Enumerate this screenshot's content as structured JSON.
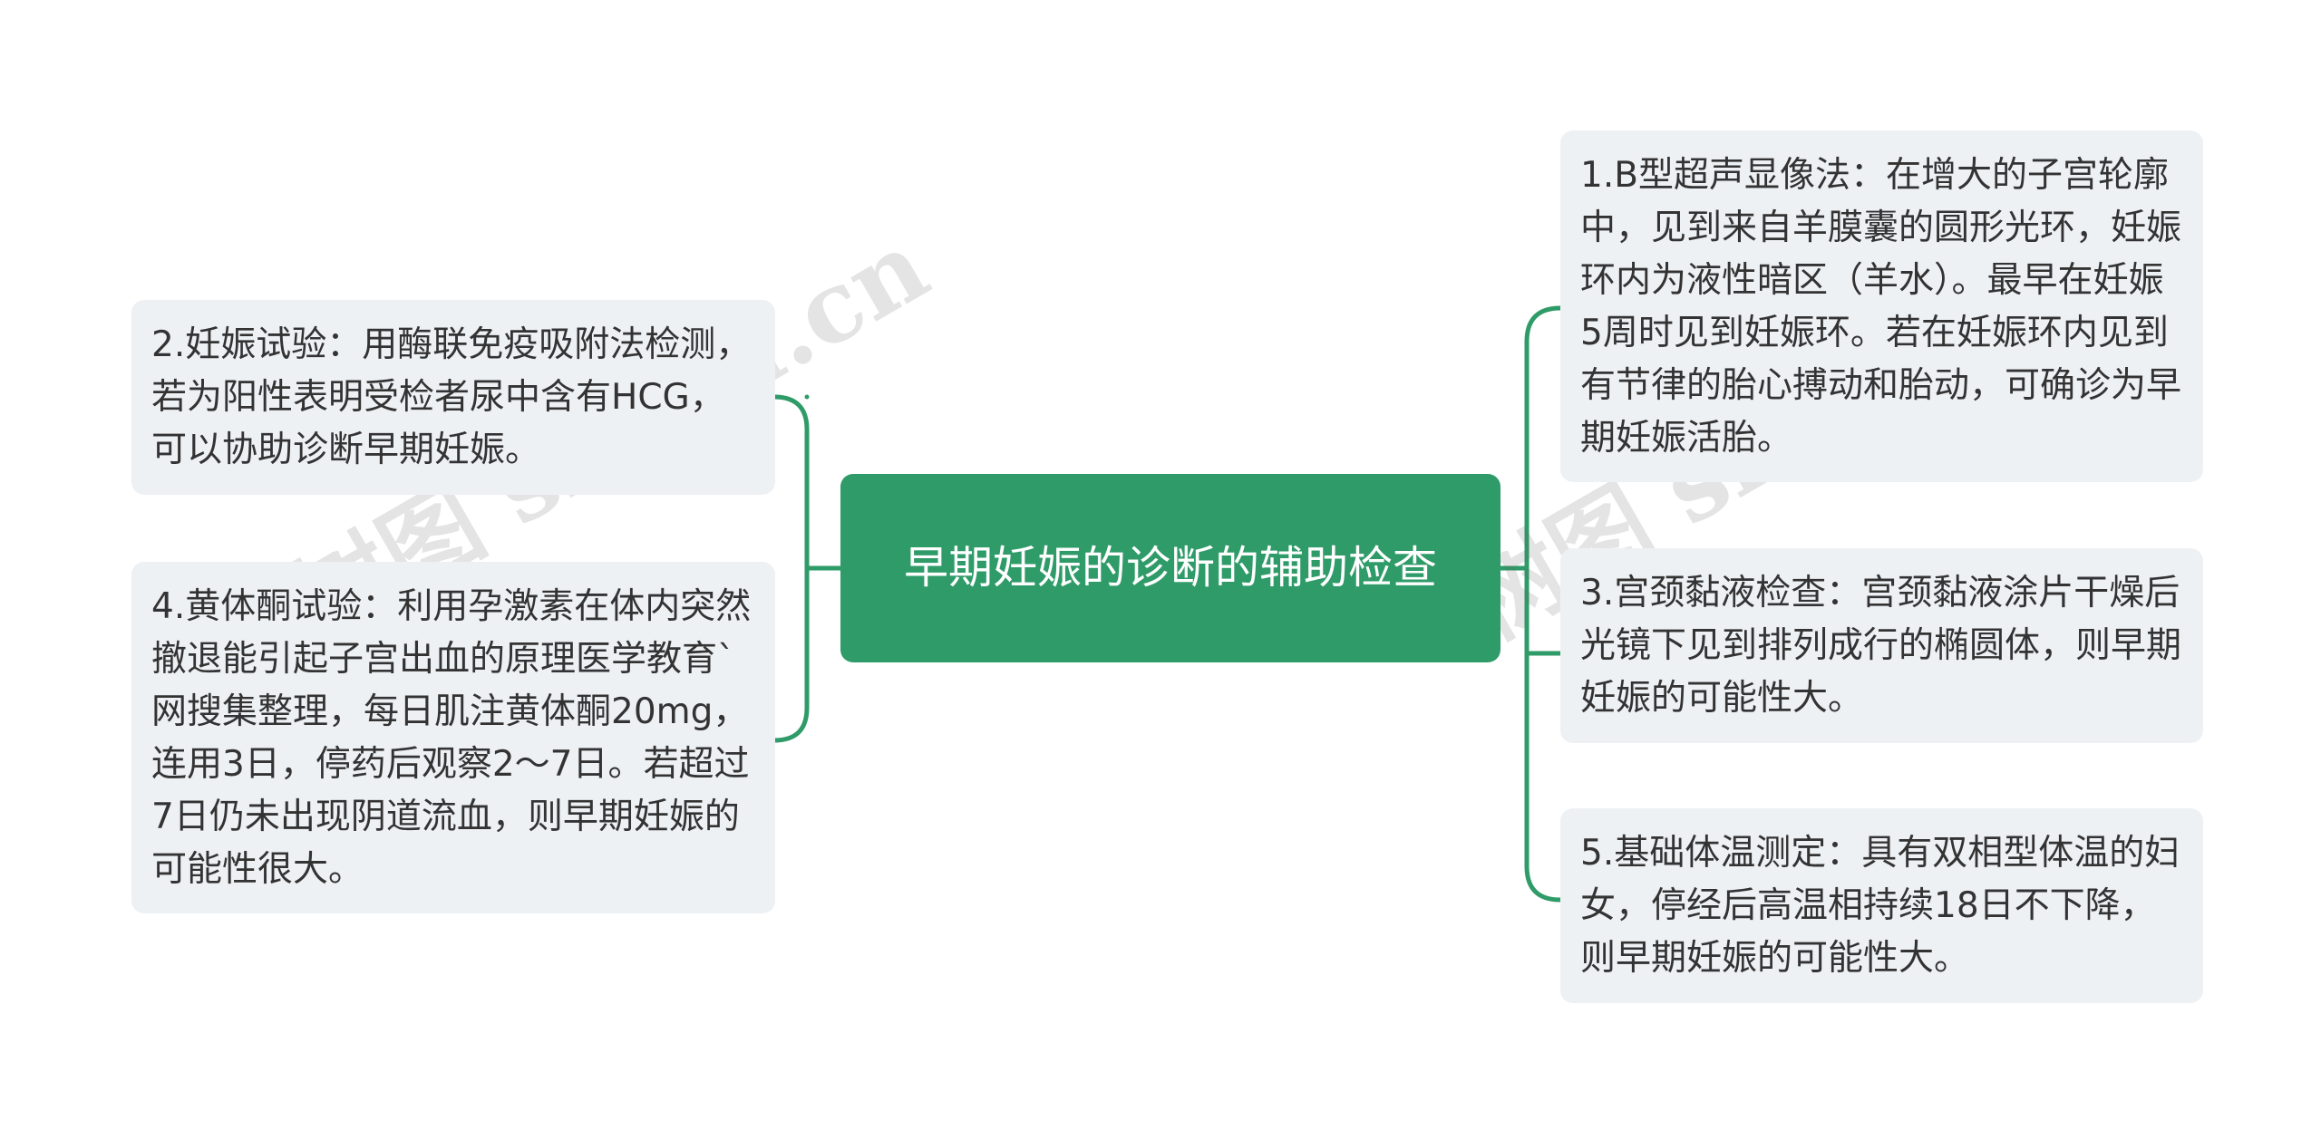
{
  "central_topic": {
    "label": "早期妊娠的诊断的辅助检查"
  },
  "left_topics": [
    {
      "label": "2.妊娠试验：用酶联免疫吸附法检测，若为阳性表明受检者尿中含有HCG，可以协助诊断早期妊娠。"
    },
    {
      "label": "4.黄体酮试验：利用孕激素在体内突然撤退能引起子宫出血的原理医学教育`网搜集整理，每日肌注黄体酮20mg，连用3日，停药后观察2～7日。若超过7日仍未出现阴道流血，则早期妊娠的可能性很大。"
    }
  ],
  "right_topics": [
    {
      "label": "1.B型超声显像法：在增大的子宫轮廓中，见到来自羊膜囊的圆形光环，妊娠环内为液性暗区（羊水）。最早在妊娠5周时见到妊娠环。若在妊娠环内见到有节律的胎心搏动和胎动，可确诊为早期妊娠活胎。"
    },
    {
      "label": "3.宫颈黏液检查：宫颈黏液涂片干燥后光镜下见到排列成行的椭圆体，则早期妊娠的可能性大。"
    },
    {
      "label": "5.基础体温测定：具有双相型体温的妇女，停经后高温相持续18日不下降，则早期妊娠的可能性大。"
    }
  ],
  "watermarks": [
    {
      "text": "树图 shutu.cn"
    },
    {
      "text": "树图 shutu.cn"
    }
  ],
  "colors": {
    "accent": "#2e9b68",
    "topic_background": "#eef1f4",
    "topic_text": "#333333",
    "central_text": "#ffffff",
    "watermark": "#696969"
  }
}
